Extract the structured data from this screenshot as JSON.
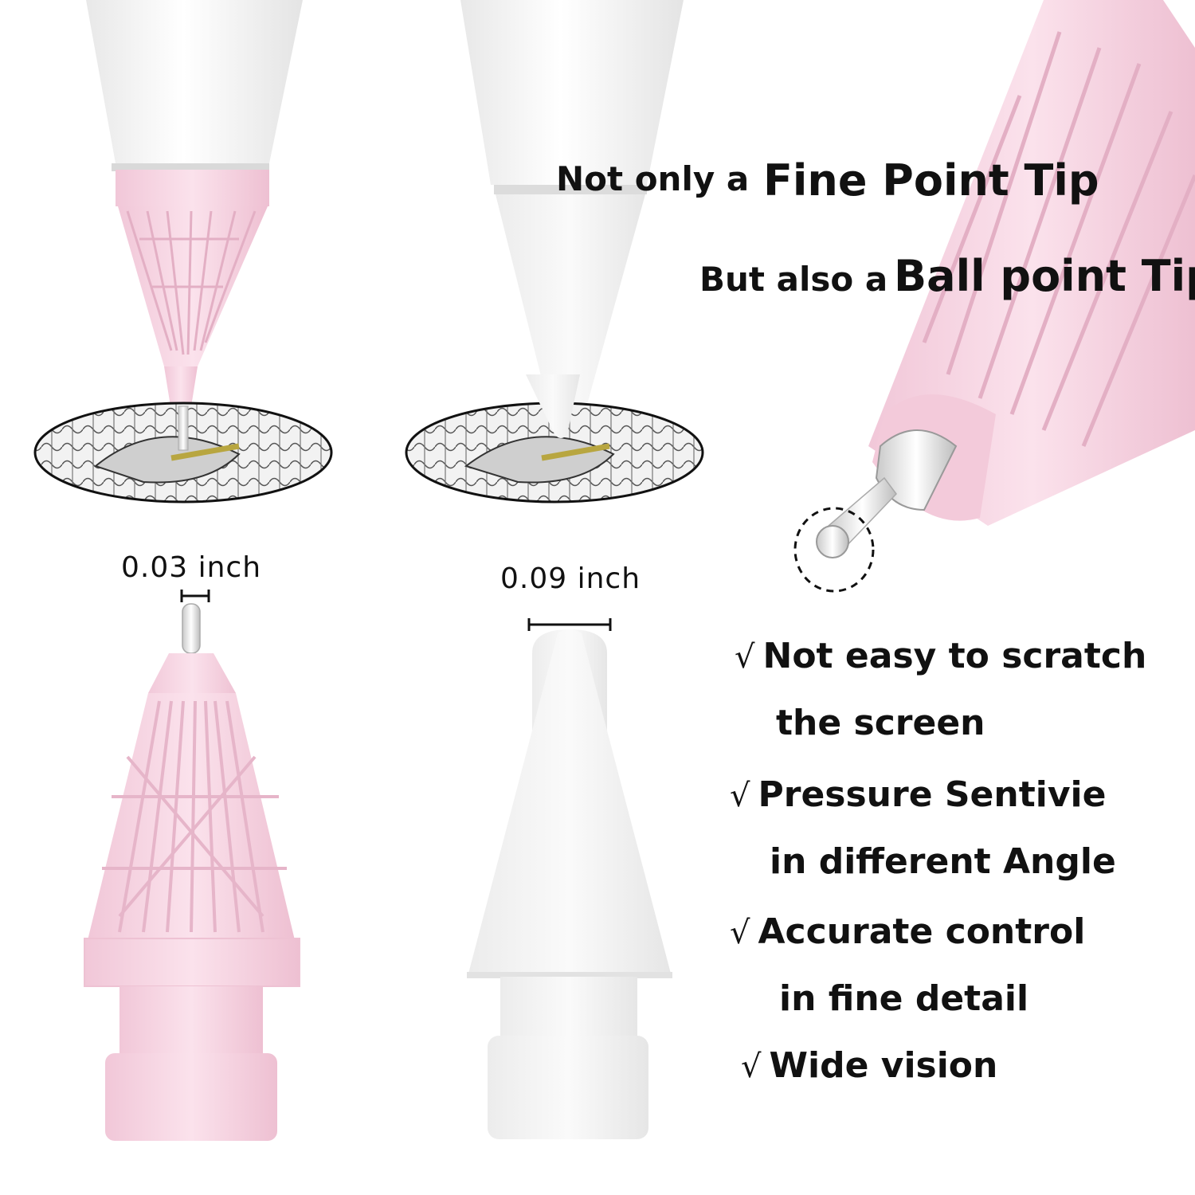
{
  "headline": {
    "line1_prefix": "Not only a",
    "line1_emphasis": "Fine Point Tip",
    "line2_prefix": "But also a",
    "line2_emphasis": "Ball point Tip"
  },
  "dimensions": {
    "fine_tip": "0.03 inch",
    "standard_tip": "0.09 inch"
  },
  "check_symbol": "√",
  "features": [
    {
      "line1": "Not easy to scratch",
      "line2": "the screen"
    },
    {
      "line1": "Pressure Sentivie",
      "line2": "in different Angle"
    },
    {
      "line1": "Accurate control",
      "line2": "in fine detail"
    },
    {
      "line1": "Wide vision",
      "line2": ""
    }
  ],
  "colors": {
    "pink": "#f6d3e2",
    "pink_shadow": "#e9b7cc",
    "white_tip": "#f4f4f4",
    "text": "#111111"
  }
}
